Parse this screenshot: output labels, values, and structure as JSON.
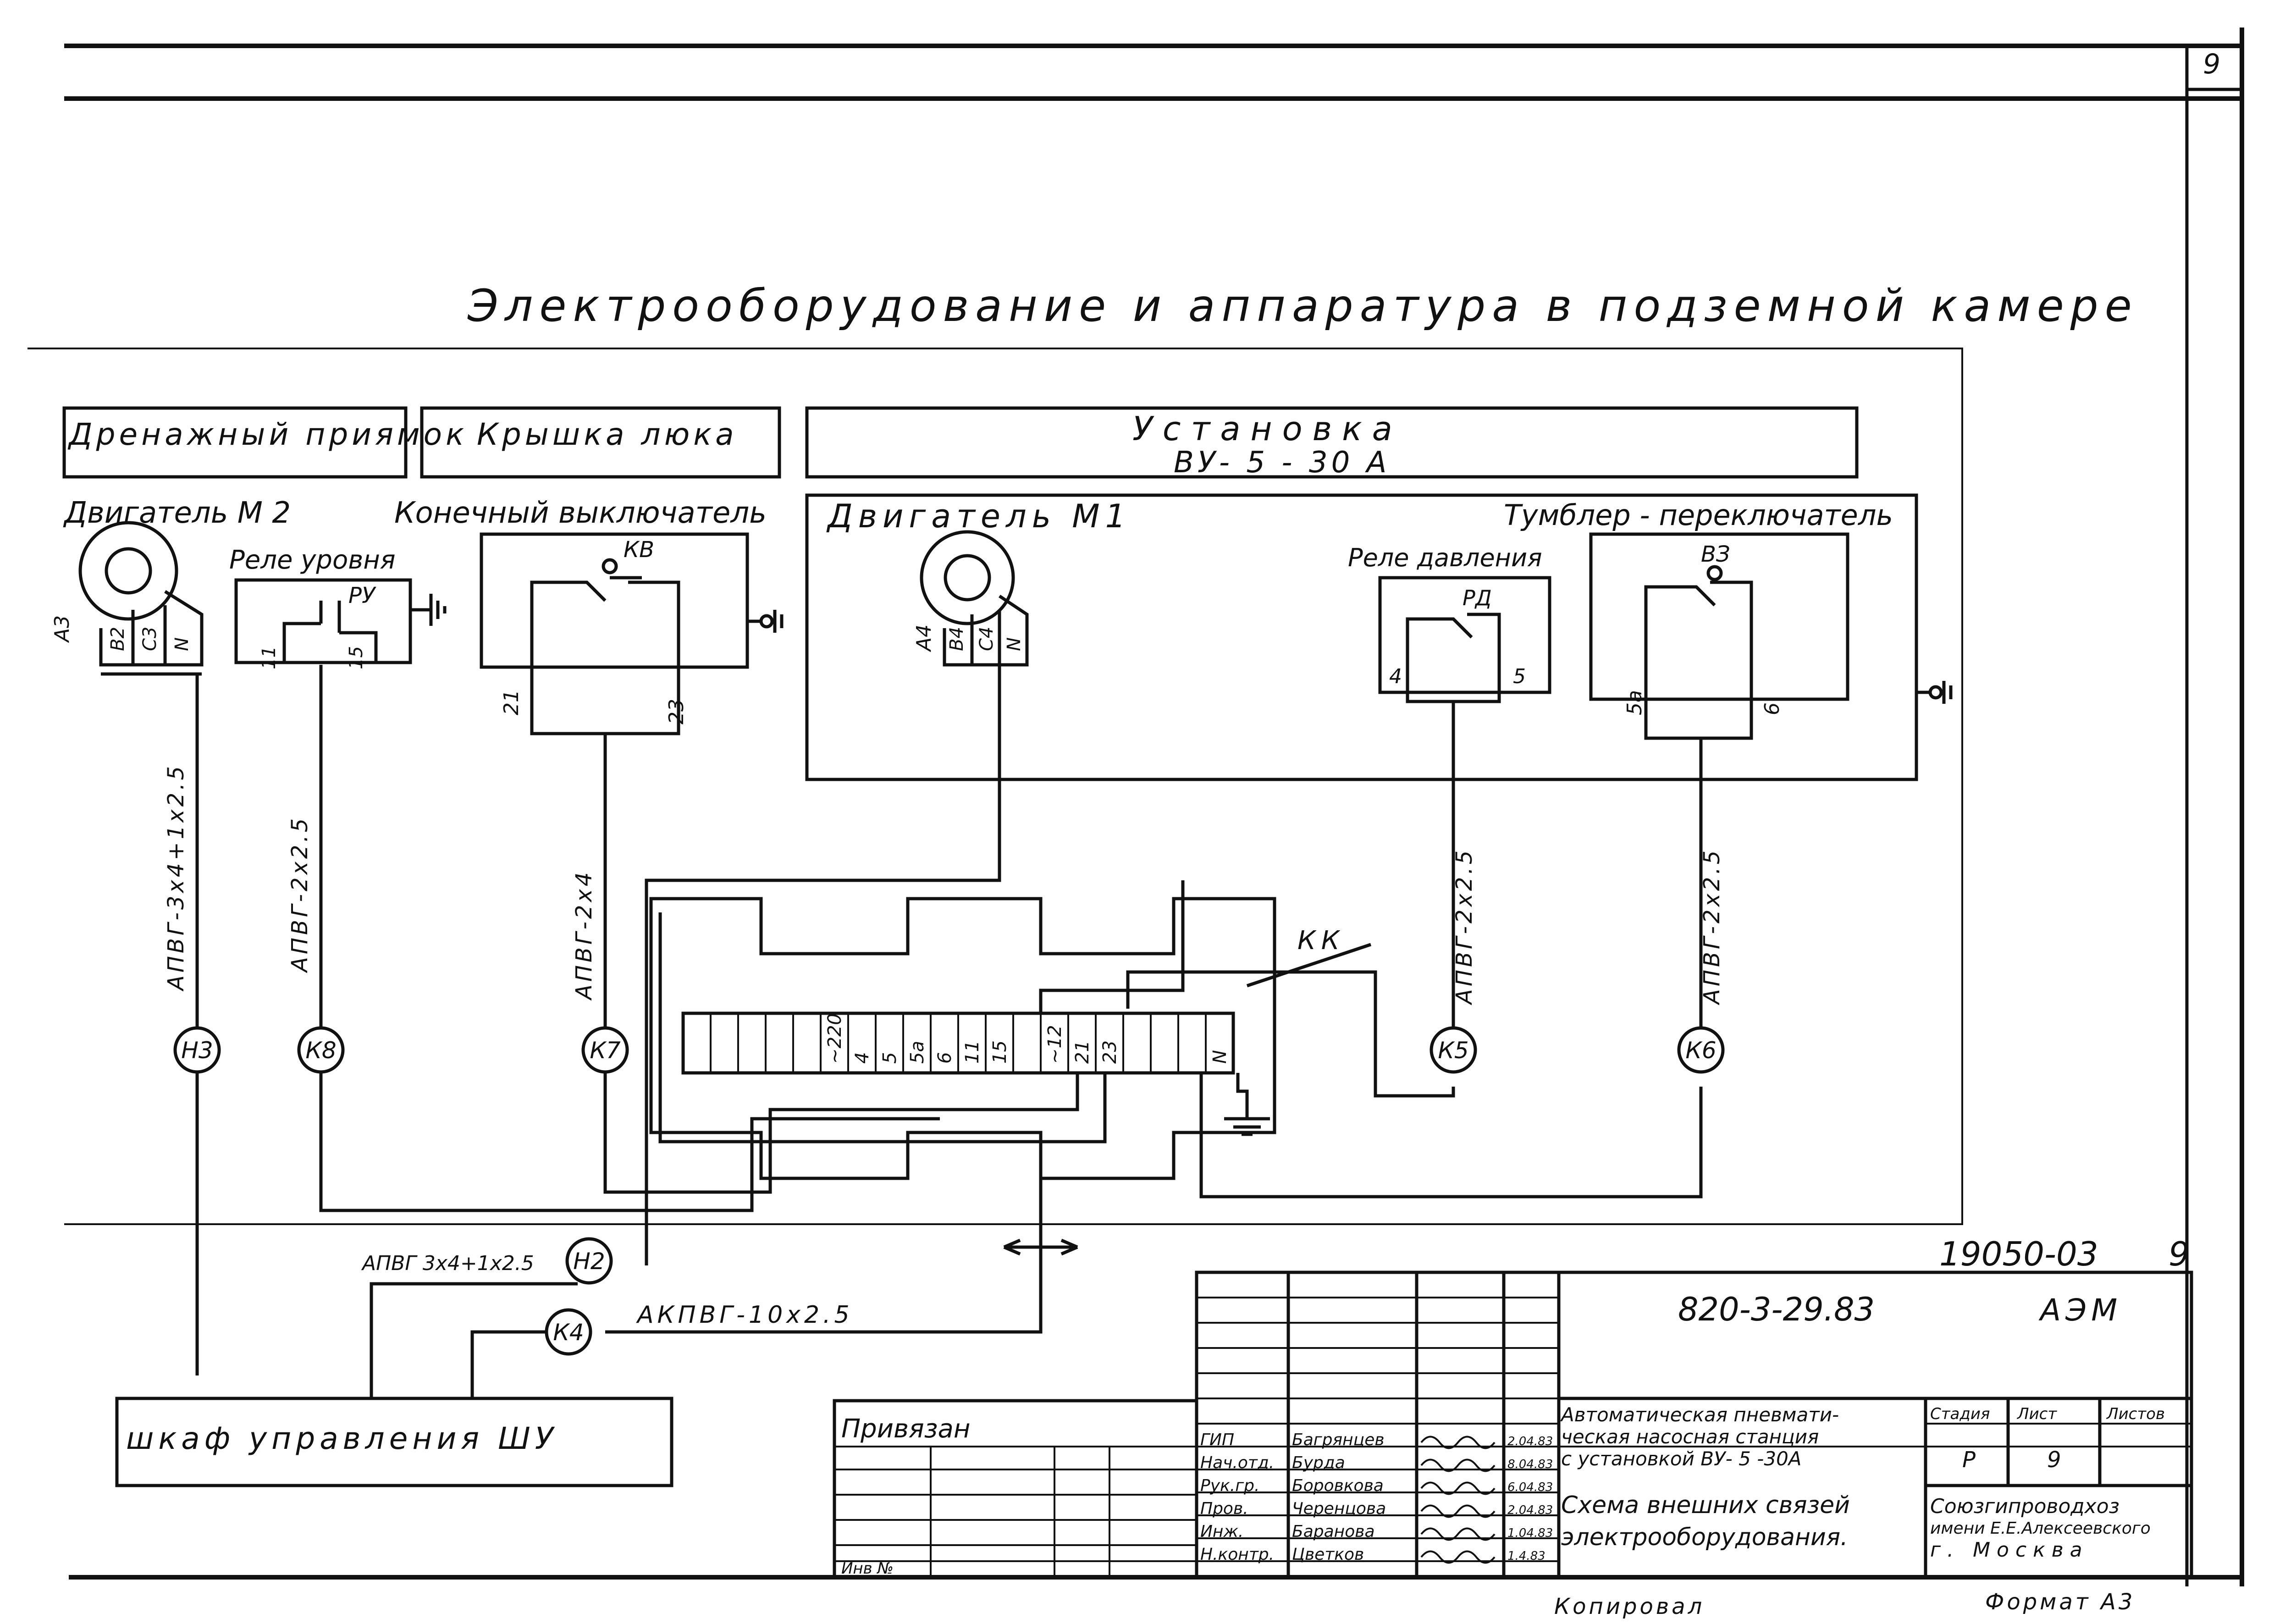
{
  "sheet": {
    "number": "9",
    "title": "Электрооборудование и аппаратура в подземной камере",
    "doc_code": "19050-03",
    "doc_sheet": "9",
    "copied_label": "Копировал",
    "format_label": "Формат А3"
  },
  "zones": {
    "drain_pit": "Дренажный приямок",
    "hatch_cover": "Крышка люка",
    "installation_title": "Установка",
    "installation_model": "ВУ- 5 - 30 А"
  },
  "components": {
    "motor_m2": {
      "label": "Двигатель М 2",
      "terminal_designator": "А3",
      "terminals": [
        "В2",
        "С3",
        "N"
      ]
    },
    "level_relay": {
      "label": "Реле уровня",
      "code": "РУ",
      "terminals": [
        "11",
        "15"
      ]
    },
    "limit_switch": {
      "label": "Конечный выключатель",
      "code": "КВ",
      "terminals": [
        "21",
        "23"
      ]
    },
    "motor_m1": {
      "label": "Двигатель М1",
      "terminal_designator": "А4",
      "terminals": [
        "В4",
        "С4",
        "N"
      ]
    },
    "pressure_relay": {
      "label": "Реле давления",
      "code": "РД",
      "terminals": [
        "4",
        "5"
      ]
    },
    "toggle_switch": {
      "label": "Тумблер - переключатель",
      "code": "ВЗ",
      "terminals": [
        "5а",
        "6"
      ]
    },
    "terminal_box": {
      "code": "КК",
      "terminals": [
        "~220",
        "4",
        "5",
        "5а",
        "6",
        "11",
        "15",
        "~12",
        "21",
        "23",
        "N"
      ]
    },
    "control_cabinet": "шкаф управления  ШУ"
  },
  "cables": [
    {
      "id": "Н3",
      "spec": "АПВГ-3х4+1х2.5"
    },
    {
      "id": "К8",
      "spec": "АПВГ-2х2.5"
    },
    {
      "id": "К7",
      "spec": "АПВГ-2х4"
    },
    {
      "id": "К5",
      "spec": "АПВГ-2х2.5"
    },
    {
      "id": "К6",
      "spec": "АПВГ-2х2.5"
    },
    {
      "id": "Н2",
      "spec": "АПВГ 3х4+1х2.5"
    },
    {
      "id": "К4",
      "spec": "АКПВГ-10х2.5"
    }
  ],
  "title_block": {
    "project_code": "820-3-29.83",
    "mark": "АЭМ",
    "attached_label": "Привязан",
    "inv_label": "Инв №",
    "roles": [
      {
        "role": "ГИП",
        "name": "Багрянцев",
        "date": "2.04.83"
      },
      {
        "role": "Нач.отд.",
        "name": "Бурда",
        "date": "8.04.83"
      },
      {
        "role": "Рук.гр.",
        "name": "Боровкова",
        "date": "6.04.83"
      },
      {
        "role": "Пров.",
        "name": "Черенцова",
        "date": "2.04.83"
      },
      {
        "role": "Инж.",
        "name": "Баранова",
        "date": "1.04.83"
      },
      {
        "role": "Н.контр.",
        "name": "Цветков",
        "date": "1.4.83"
      }
    ],
    "description": [
      "Автоматическая пневмати-",
      "ческая насосная станция",
      "с установкой  ВУ- 5 -30А"
    ],
    "sheet_title": [
      "Схема внешних связей",
      "электрооборудования."
    ],
    "stage_header": "Стадия",
    "sheet_header": "Лист",
    "sheets_header": "Листов",
    "stage_value": "Р",
    "sheet_value": "9",
    "organization": [
      "Союзгипроводхоз",
      "имени Е.Е.Алексеевского",
      "г. Москва"
    ]
  }
}
